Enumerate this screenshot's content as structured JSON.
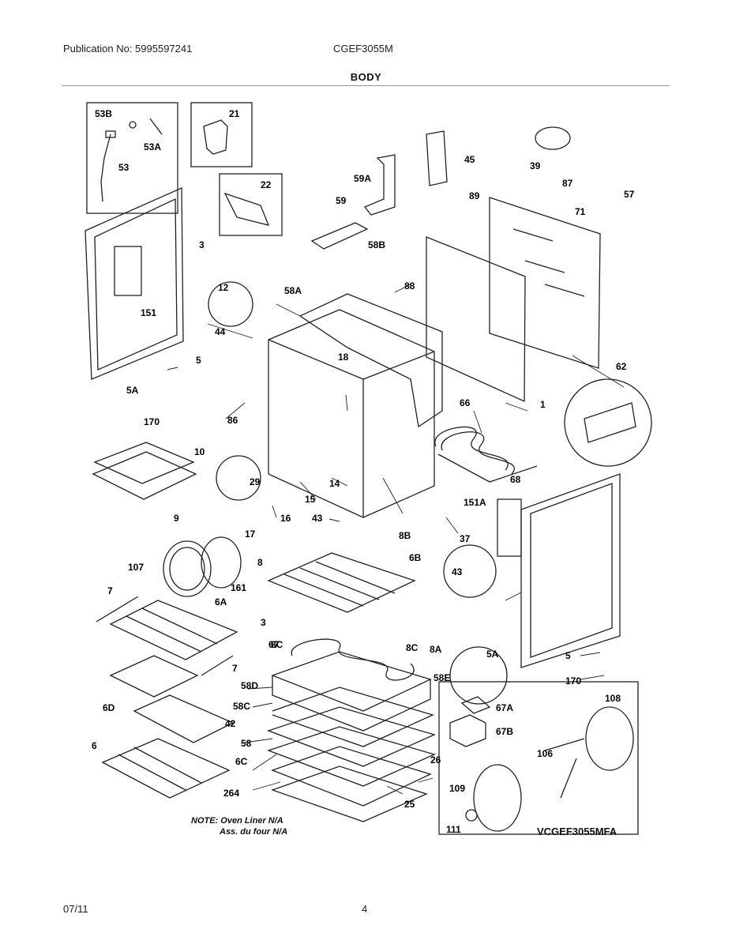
{
  "header": {
    "publication": "Publication No: 5995597241",
    "model": "CGEF3055M",
    "section": "BODY"
  },
  "footer": {
    "date": "07/11",
    "page": "4"
  },
  "diagram": {
    "callouts": [
      "53B",
      "53A",
      "53",
      "21",
      "22",
      "45",
      "39",
      "59A",
      "59",
      "87",
      "89",
      "57",
      "71",
      "3",
      "151",
      "58B",
      "88",
      "12",
      "58A",
      "44",
      "18",
      "5",
      "62",
      "5A",
      "170",
      "86",
      "1",
      "66",
      "10",
      "29",
      "14",
      "9",
      "15",
      "16",
      "43",
      "17",
      "68",
      "151A",
      "37",
      "8B",
      "107",
      "161",
      "8",
      "6B",
      "43",
      "7",
      "6A",
      "3",
      "67",
      "5A",
      "8C",
      "8C",
      "8A",
      "5",
      "58D",
      "58E",
      "6D",
      "58C",
      "67A",
      "170",
      "108",
      "42",
      "67B",
      "58",
      "106",
      "6C",
      "26",
      "6",
      "264",
      "25",
      "109",
      "111",
      "7"
    ],
    "notes": [
      "NOTE: Oven Liner N/A",
      "Ass. du four N/A"
    ],
    "drawing_code": "VCGEF3055MFA"
  }
}
